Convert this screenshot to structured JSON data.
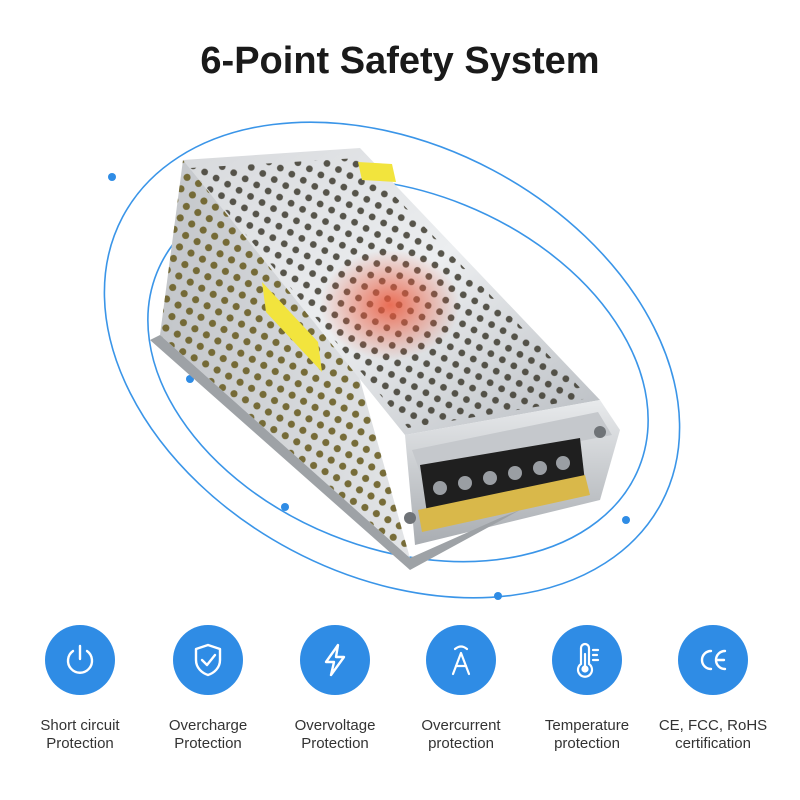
{
  "page": {
    "title": "6-Point Safety System"
  },
  "colors": {
    "accent": "#2f8ce5",
    "orbit": "#3a95e8",
    "title_text": "#1a1a1a",
    "label_text": "#333333"
  },
  "features": [
    {
      "icon": "power-icon",
      "line1": "Short circuit",
      "line2": "Protection"
    },
    {
      "icon": "shield-check-icon",
      "line1": "Overcharge",
      "line2": "Protection"
    },
    {
      "icon": "lightning-icon",
      "line1": "Overvoltage",
      "line2": "Protection"
    },
    {
      "icon": "ampere-icon",
      "line1": "Overcurrent",
      "line2": "protection"
    },
    {
      "icon": "thermometer-icon",
      "line1": "Temperature",
      "line2": "protection"
    },
    {
      "icon": "ce-mark-icon",
      "line1": "CE, FCC, RoHS",
      "line2": "certification"
    }
  ]
}
